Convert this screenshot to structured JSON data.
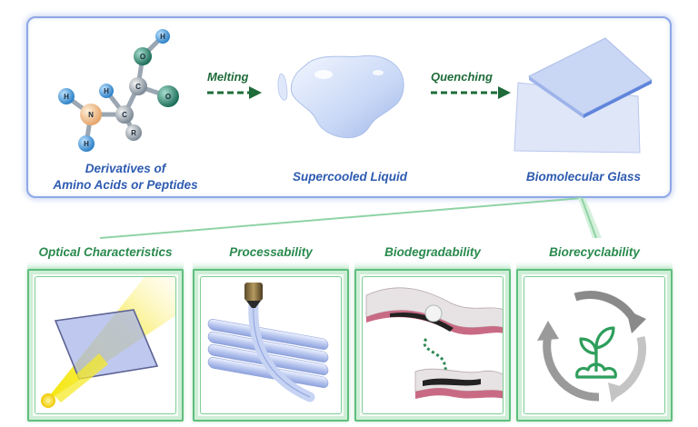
{
  "top": {
    "stage1_label_line1": "Derivatives of",
    "stage1_label_line2": "Amino Acids or Peptides",
    "arrow1_label": "Melting",
    "stage2_label": "Supercooled Liquid",
    "arrow2_label": "Quenching",
    "stage3_label": "Biomolecular Glass"
  },
  "molecule": {
    "atoms": [
      "H",
      "H",
      "N",
      "H",
      "C",
      "C",
      "O",
      "H",
      "O",
      "R"
    ]
  },
  "properties": [
    {
      "label": "Optical Characteristics"
    },
    {
      "label": "Processability"
    },
    {
      "label": "Biodegradability"
    },
    {
      "label": "Biorecyclability"
    }
  ],
  "colors": {
    "blue_text": "#2e5bb0",
    "green_text": "#2a8a4e",
    "panel_border": "#8ea8e6",
    "card_border": "#5fbf7d"
  }
}
